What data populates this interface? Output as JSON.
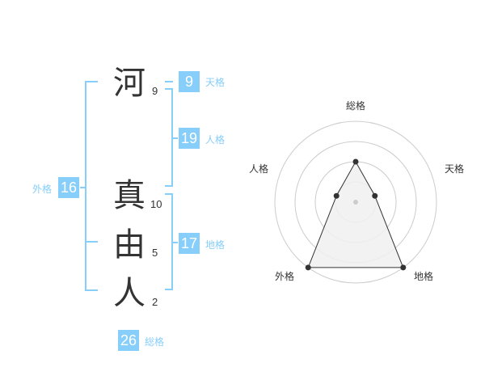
{
  "name": {
    "chars": [
      {
        "char": "河",
        "strokes": "9"
      },
      {
        "char": "真",
        "strokes": "10"
      },
      {
        "char": "由",
        "strokes": "5"
      },
      {
        "char": "人",
        "strokes": "2"
      }
    ]
  },
  "kakusu": {
    "tenkaku": {
      "value": "9",
      "label": "天格"
    },
    "jinkaku": {
      "value": "19",
      "label": "人格"
    },
    "chikaku": {
      "value": "17",
      "label": "地格"
    },
    "gaikaku": {
      "value": "16",
      "label": "外格"
    },
    "soukaku": {
      "value": "26",
      "label": "総格"
    }
  },
  "radar": {
    "labels": {
      "soukaku": "総格",
      "tenkaku": "天格",
      "chikaku": "地格",
      "gaikaku": "外格",
      "jinkaku": "人格"
    },
    "levels": 4,
    "scores": {
      "soukaku": 2,
      "tenkaku": 1,
      "chikaku": 4,
      "gaikaku": 4,
      "jinkaku": 1
    },
    "colors": {
      "grid": "#cccccc",
      "fill": "#f0f0f0",
      "stroke": "#333333",
      "point": "#333333",
      "center": "#cccccc"
    }
  },
  "colors": {
    "accent": "#87cefa",
    "text": "#333333"
  }
}
